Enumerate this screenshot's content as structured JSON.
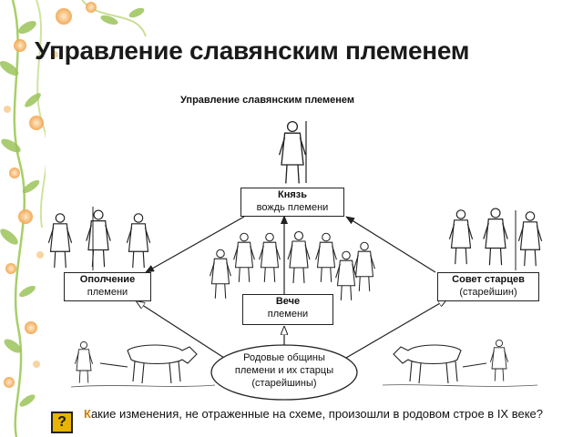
{
  "slide": {
    "title": "Управление славянским племенем"
  },
  "scheme": {
    "title": "Управление славянским племенем",
    "nodes": {
      "prince": {
        "main": "Князь",
        "sub": "вождь племени"
      },
      "militia": {
        "main": "Ополчение",
        "sub": "племени"
      },
      "veche": {
        "main": "Вече",
        "sub": "племени"
      },
      "council": {
        "main": "Совет старцев",
        "sub": "(старейшин)"
      },
      "communities": {
        "line1": "Родовые общины",
        "line2": "племени и их старцы",
        "line3": "(старейшины)"
      }
    },
    "question": {
      "mark": "?",
      "first_letter": "К",
      "rest": "акие изменения, не отраженные на схеме, произошли в родовом строе в IX веке?"
    }
  },
  "colors": {
    "line": "#222222",
    "question_box": "#e9b400",
    "question_letter": "#c8820a",
    "leaves": "#9cc45a",
    "flowers": "#f3a24a"
  }
}
